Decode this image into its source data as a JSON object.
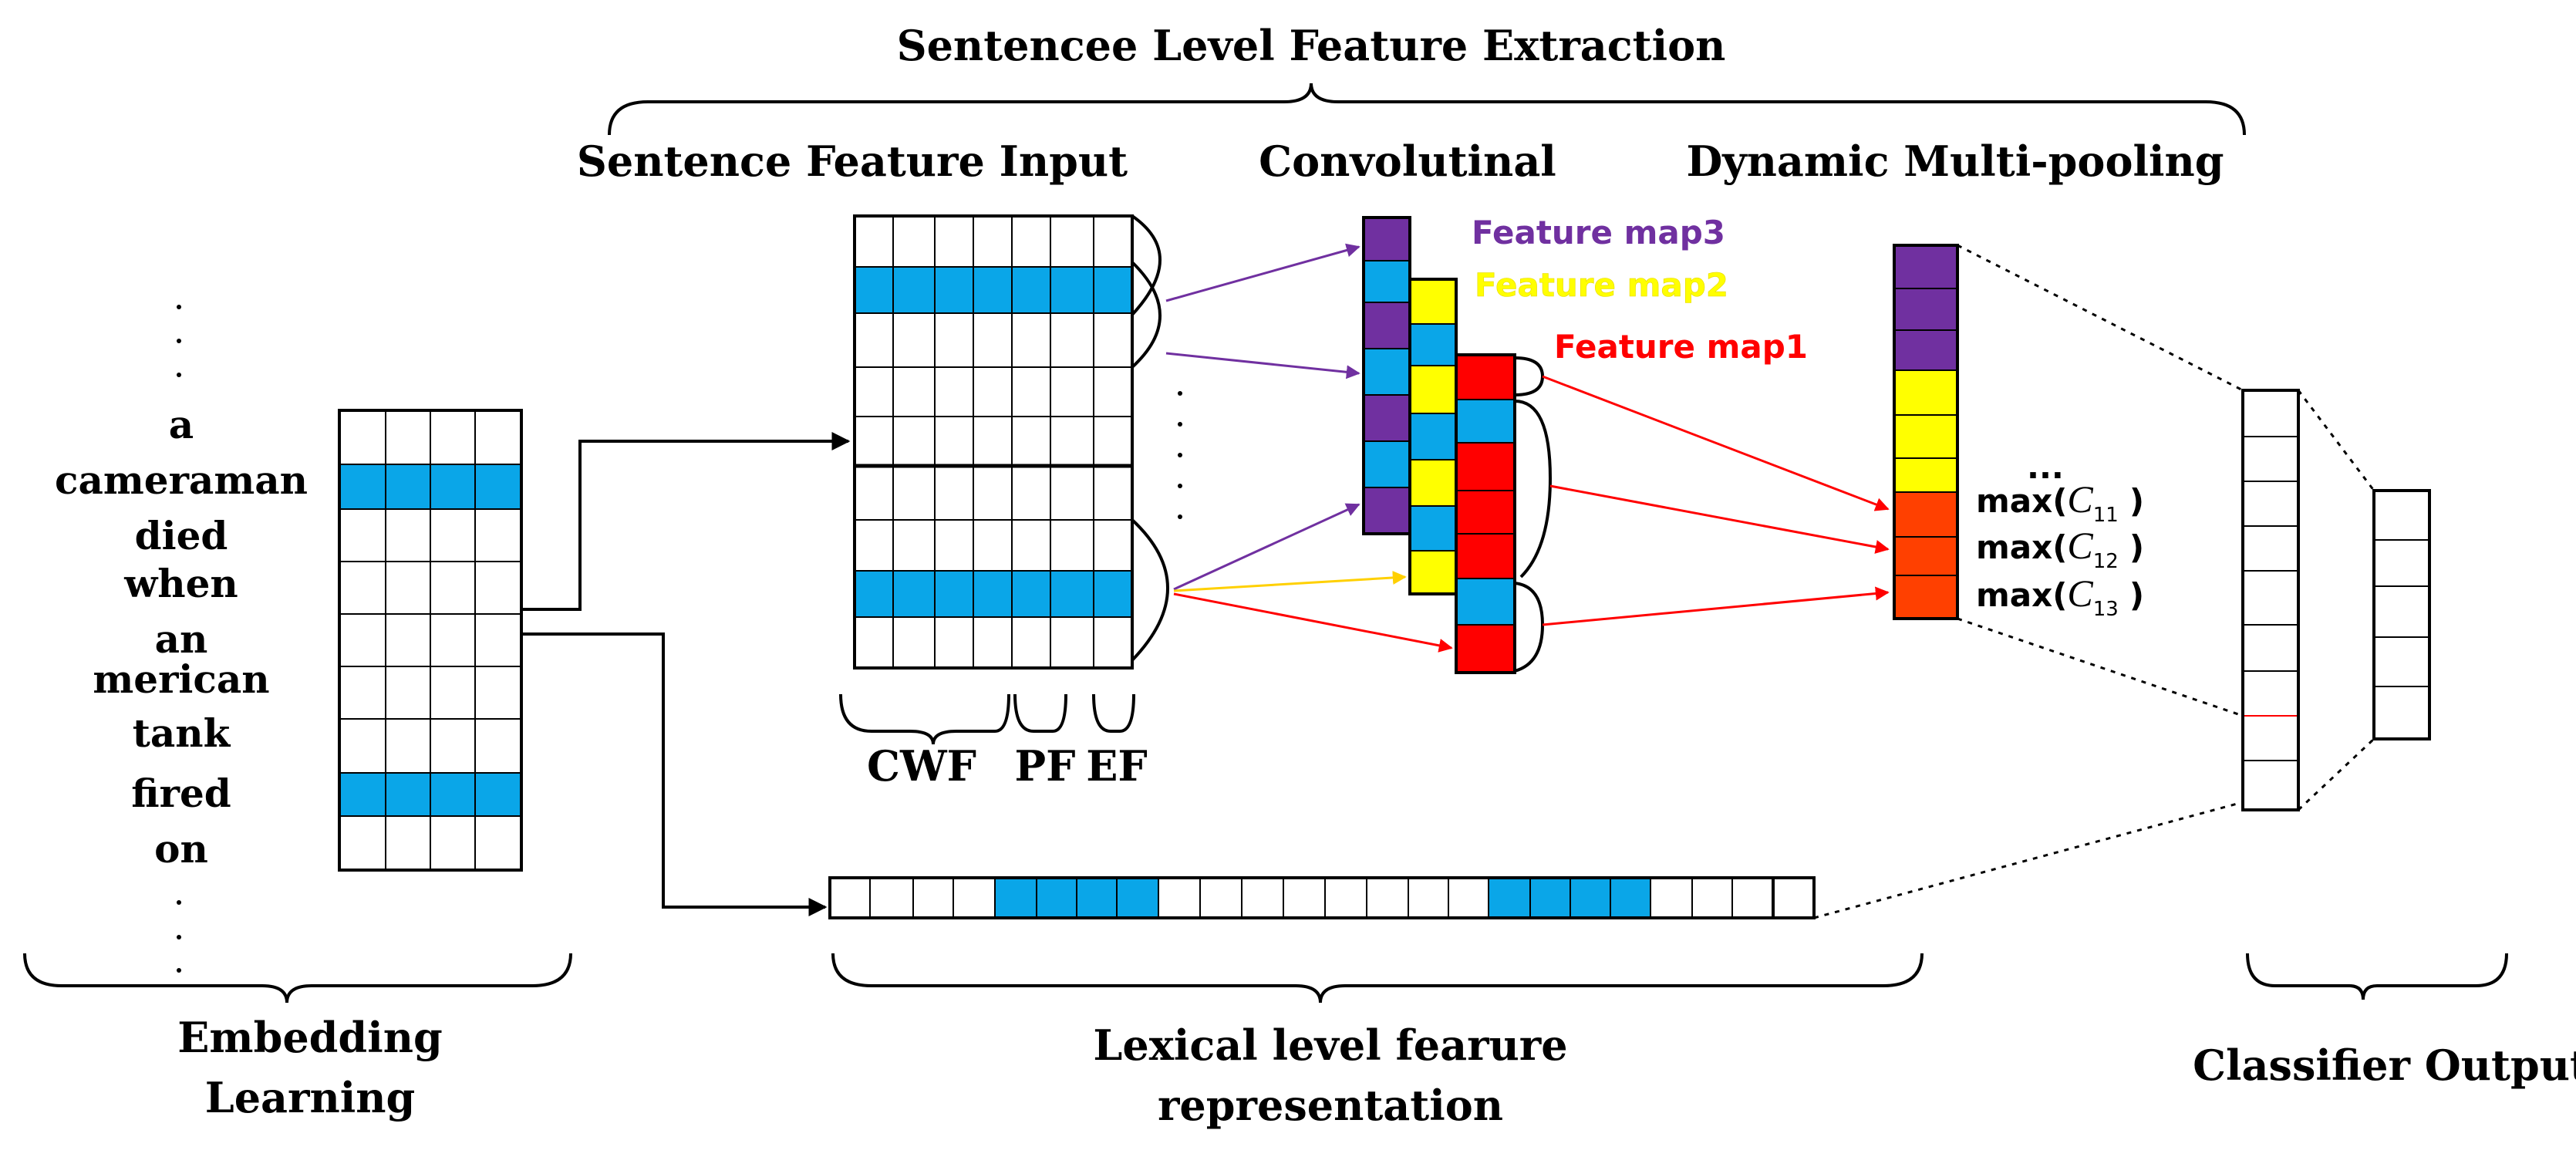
{
  "title": "Sentencee Level Feature Extraction",
  "stages": {
    "sentence_feature_input": "Sentence Feature Input",
    "convolutional": "Convolutinal",
    "dynamic_multi_pooling": "Dynamic Multi-pooling"
  },
  "words": [
    "a",
    "cameraman",
    "died",
    "when",
    "an",
    "merican",
    "tank",
    "fired",
    "on"
  ],
  "feature_maps": {
    "map3": "Feature map3",
    "map2": "Feature map2",
    "map1": "Feature map1"
  },
  "feature_groups": [
    "CWF",
    "PF",
    "EF"
  ],
  "pooling": {
    "ellipsis": "...",
    "max_prefix": "max(",
    "close": ")",
    "symbol": "C",
    "subscripts": [
      "11",
      "12",
      "13"
    ]
  },
  "bottom_labels": {
    "embedding": [
      "Embedding",
      "Learning"
    ],
    "lexical": [
      "Lexical level fearure",
      "representation"
    ],
    "classifier": "Classifier Output"
  },
  "colors": {
    "blue": "#0aa6e8",
    "purple": "#7030a0",
    "yellow": "#ffff00",
    "red": "#ff0000",
    "orange": "#ff4000",
    "black": "#000000"
  }
}
